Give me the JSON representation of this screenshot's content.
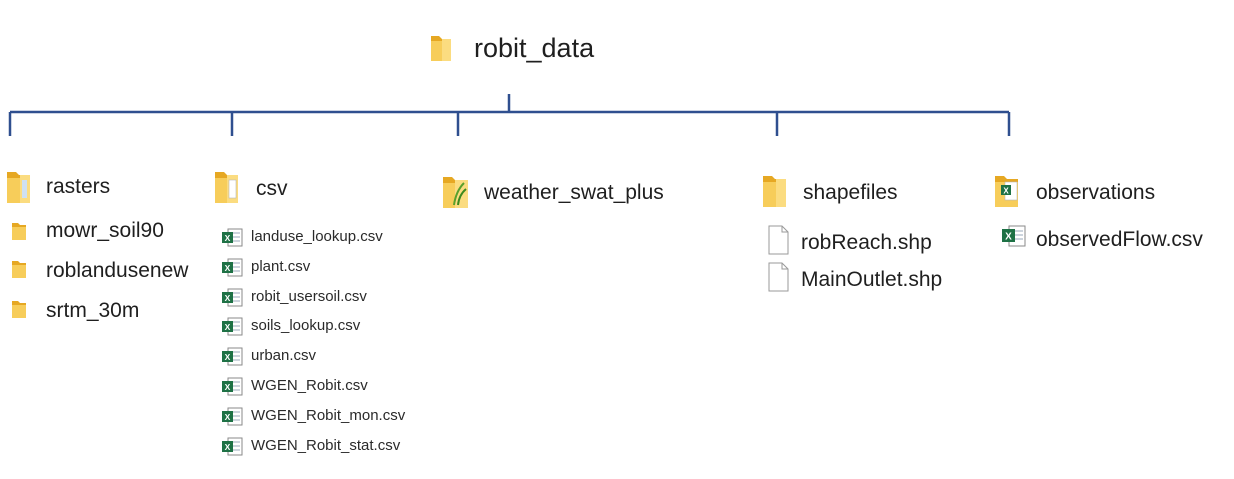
{
  "root": {
    "name": "robit_data",
    "icon": "folder-icon"
  },
  "line_color": "#2f4f8f",
  "folder_color": "#f3c24a",
  "excel_color": "#1e7145",
  "rasters": {
    "name": "rasters",
    "items": [
      "mowr_soil90",
      "roblandusenew",
      "srtm_30m"
    ]
  },
  "csv": {
    "name": "csv",
    "files": [
      "landuse_lookup.csv",
      "plant.csv",
      "robit_usersoil.csv",
      "soils_lookup.csv",
      "urban.csv",
      "WGEN_Robit.csv",
      "WGEN_Robit_mon.csv",
      "WGEN_Robit_stat.csv"
    ]
  },
  "weather": {
    "name": "weather_swat_plus"
  },
  "shapefiles": {
    "name": "shapefiles",
    "files": [
      "robReach.shp",
      "MainOutlet.shp"
    ]
  },
  "observations": {
    "name": "observations",
    "files": [
      "observedFlow.csv"
    ]
  }
}
